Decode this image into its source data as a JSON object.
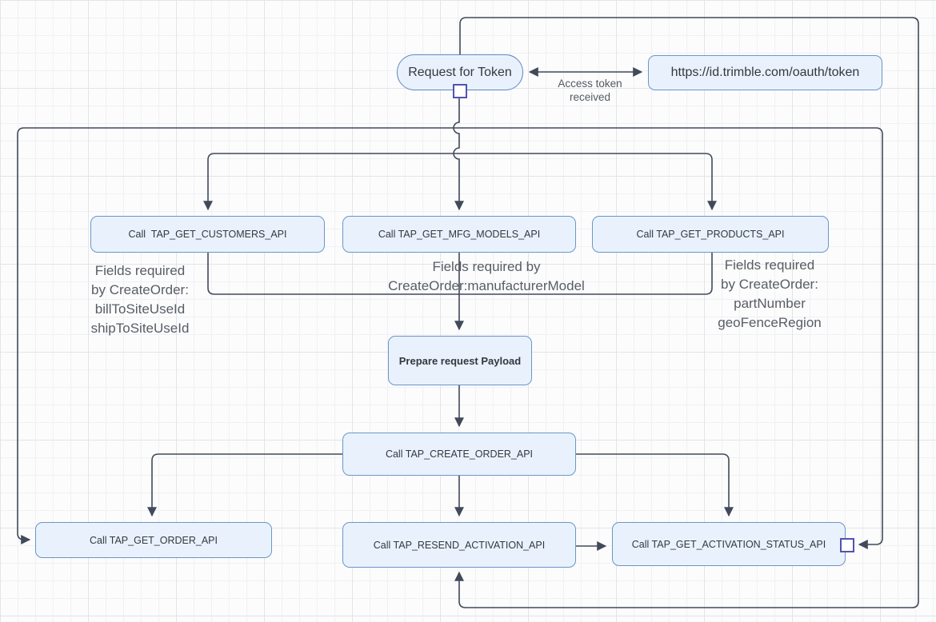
{
  "diagram": {
    "nodes": {
      "request_token": {
        "label": "Request for Token"
      },
      "token_url": {
        "label": "https://id.trimble.com/oauth/token"
      },
      "get_customers": {
        "label": "Call  TAP_GET_CUSTOMERS_API"
      },
      "get_mfg_models": {
        "label": "Call TAP_GET_MFG_MODELS_API"
      },
      "get_products": {
        "label": "Call TAP_GET_PRODUCTS_API"
      },
      "prepare_payload": {
        "label": "Prepare request Payload"
      },
      "create_order": {
        "label": "Call TAP_CREATE_ORDER_API"
      },
      "get_order": {
        "label": "Call TAP_GET_ORDER_API"
      },
      "resend_activation": {
        "label": "Call TAP_RESEND_ACTIVATION_API"
      },
      "get_activation_status": {
        "label": "Call TAP_GET_ACTIVATION_STATUS_API"
      }
    },
    "edge_labels": {
      "access_token": {
        "line1": "Access token",
        "line2": "received"
      }
    },
    "annotations": {
      "customers_fields": {
        "lines": [
          "Fields required",
          "by CreateOrder:",
          "billToSiteUseId",
          "shipToSiteUseId"
        ]
      },
      "mfg_fields": {
        "lines": [
          "Fields required by",
          "CreateOrder:manufacturerModel"
        ]
      },
      "products_fields": {
        "lines": [
          "Fields required",
          "by CreateOrder:",
          "partNumber",
          "geoFenceRegion"
        ]
      }
    },
    "colors": {
      "node_fill": "#e9f2fc",
      "node_stroke": "#6b96c7",
      "edge_stroke": "#424a59",
      "annotation_text": "#585d64",
      "node_text": "#33383f",
      "handle_border": "#5252b0",
      "canvas_bg": "#fcfcfd",
      "grid_line": "#f0f1f4"
    }
  }
}
